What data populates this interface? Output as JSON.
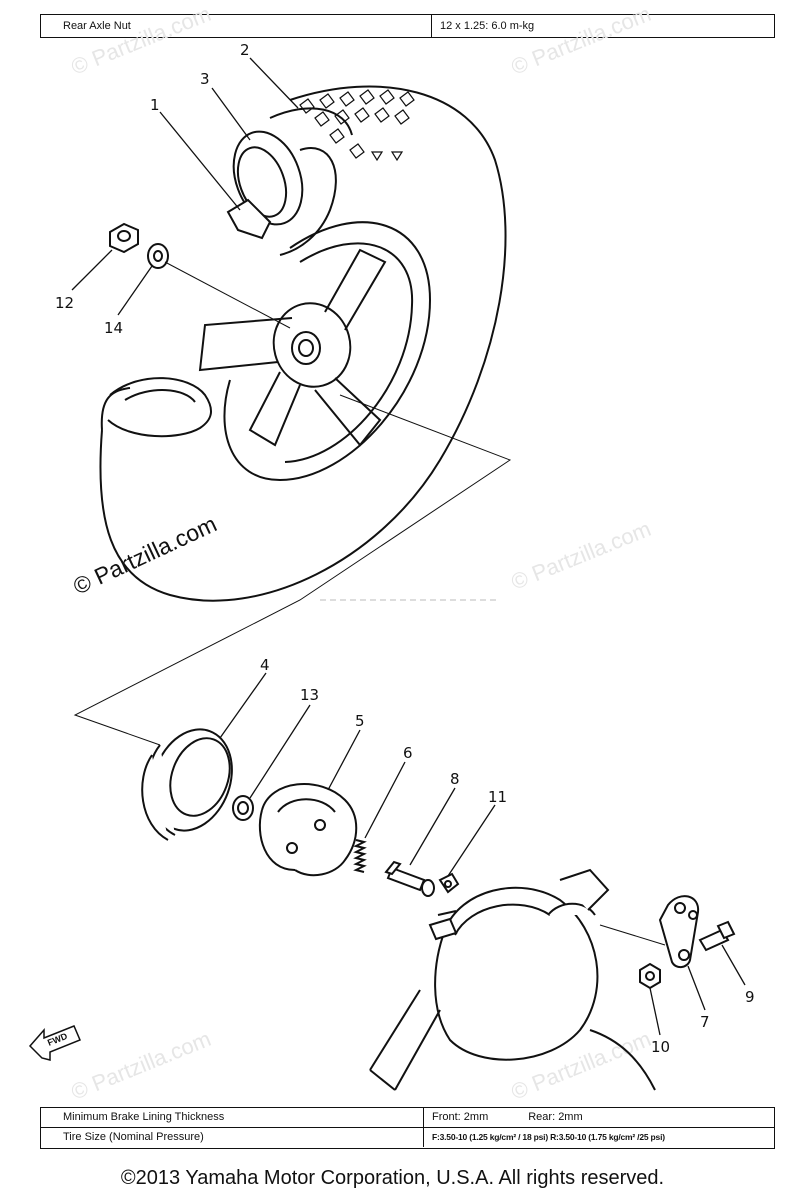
{
  "top_table": {
    "label": "Rear Axle Nut",
    "value": "12 x 1.25: 6.0 m-kg"
  },
  "bottom_table": {
    "row1_label": "Minimum Brake Lining Thickness",
    "row1_front": "Front: 2mm",
    "row1_rear": "Rear: 2mm",
    "row2_label": "Tire Size (Nominal Pressure)",
    "row2_value": "F:3.50-10 (1.25 kg/cm² / 18 psi)  R:3.50-10 (1.75 kg/cm² /25 psi)"
  },
  "callouts": {
    "c1": "1",
    "c2": "2",
    "c3": "3",
    "c4": "4",
    "c5": "5",
    "c6": "6",
    "c7": "7",
    "c8": "8",
    "c9": "9",
    "c10": "10",
    "c11": "11",
    "c12": "12",
    "c13": "13",
    "c14": "14"
  },
  "fwd_label": "FWD",
  "watermark": "© Partzilla.com",
  "copyright": "©2013 Yamaha Motor Corporation, U.S.A. All rights reserved."
}
